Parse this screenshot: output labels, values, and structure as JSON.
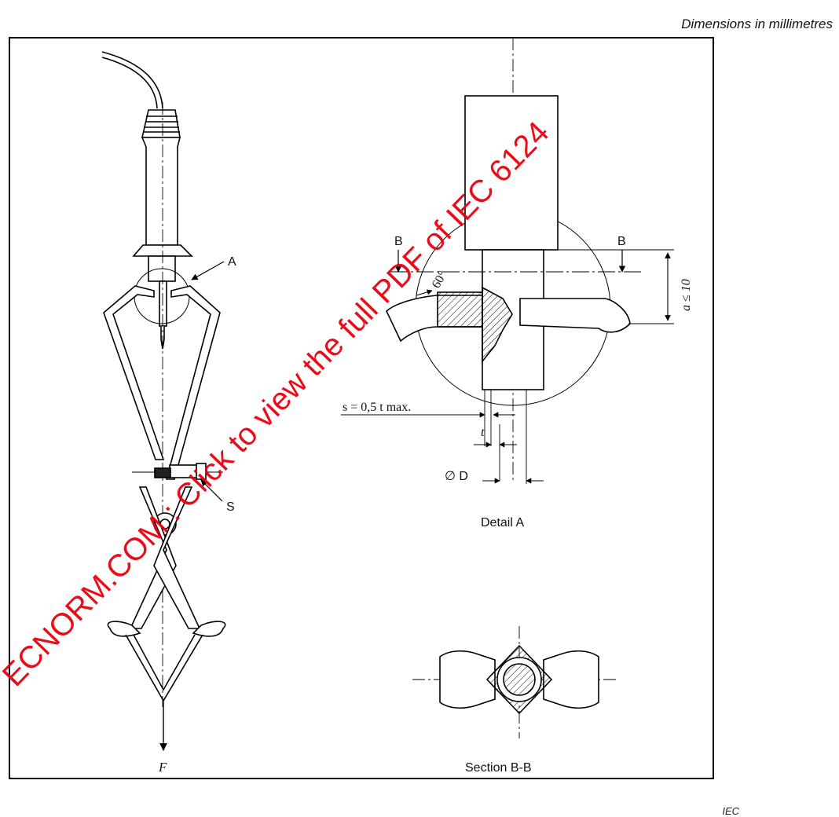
{
  "header": {
    "units_note": "Dimensions in millimetres"
  },
  "figure": {
    "labels": {
      "A": "A",
      "S": "S",
      "F": "F",
      "B_left": "B",
      "B_right": "B",
      "angle": "60°",
      "a_dim": "a ≤ 10",
      "s_dim": "s = 0,5 t max.",
      "t_dim": "t",
      "D_dim": "∅ D",
      "detail_caption": "Detail A",
      "section_caption": "Section B-B"
    },
    "source_tag": "IEC"
  },
  "watermark": {
    "text": "ECNORM.COM : Click to view the full PDF of IEC 6124"
  },
  "colors": {
    "line": "#000000",
    "watermark": "#e8000d"
  }
}
